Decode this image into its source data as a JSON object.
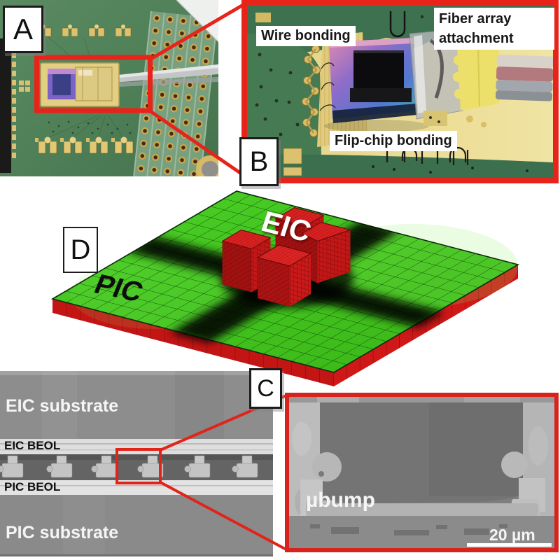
{
  "figure_title": "Photonic-electronic co-packaging figure",
  "colors": {
    "callout_red": "#e8231a",
    "pcb_green": "#4e7f57",
    "pcb_green_dark": "#3e7150",
    "gold": "#e7d78e",
    "plate_green": "#41c31e",
    "cube_red": "#cf1a1a",
    "sem_substrate_gray": "#8c8c8c",
    "sem_beol_gray": "#dedede",
    "label_text": "#181818"
  },
  "panels": {
    "a": {
      "tag": "A"
    },
    "b": {
      "tag": "B",
      "labels": {
        "wire_bonding": "Wire bonding",
        "fiber_array": "Fiber array attachment",
        "flip_chip": "Flip-chip bonding"
      }
    },
    "c": {
      "tag": "C",
      "labels": {
        "eic_substrate": "EIC substrate",
        "eic_beol": "EIC BEOL",
        "pic_beol": "PIC BEOL",
        "pic_substrate": "PIC substrate",
        "ubump": "µbump"
      },
      "scale_bar": {
        "label": "20 µm"
      }
    },
    "d": {
      "tag": "D",
      "labels": {
        "eic": "EIC",
        "pic": "PIC"
      }
    }
  }
}
